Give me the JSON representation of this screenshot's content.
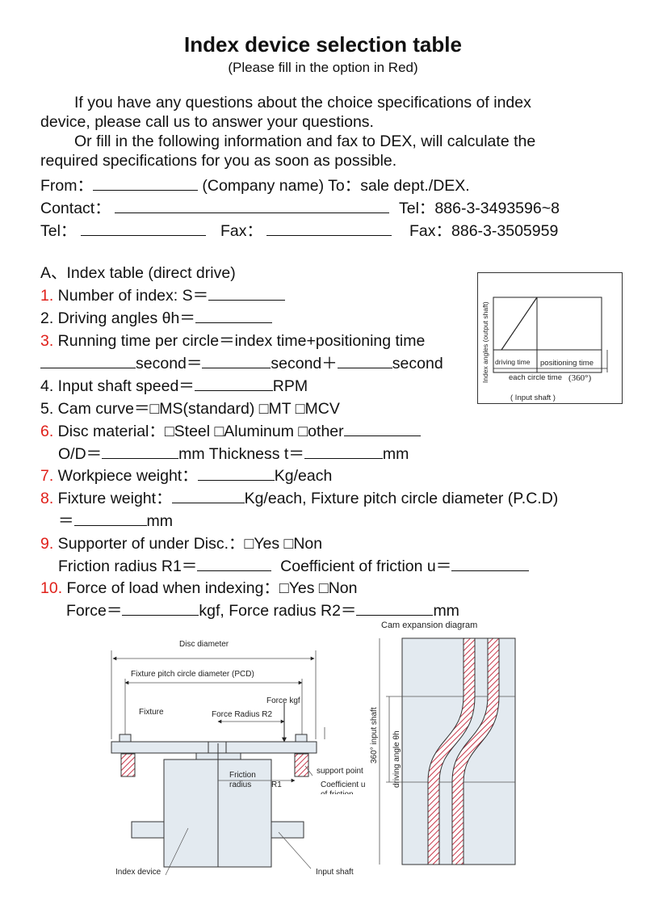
{
  "title": "Index device selection table",
  "subtitle": "(Please fill in the option in Red)",
  "intro": {
    "p1_line1": "If you have any questions about the choice specifications of index",
    "p1_line2": "device, please call us to answer your questions.",
    "p2_line1": "Or fill in the following information and fax to DEX, will calculate the",
    "p2_line2": "required specifications for you as soon as possible."
  },
  "contact": {
    "from_label": "From：",
    "company_label": "(Company name) To：sale dept./DEX.",
    "contact_label": "Contact：",
    "tel_dex": "Tel：886-3-3493596~8",
    "tel_label": "Tel：",
    "fax_label": "Fax：",
    "fax_dex": "Fax：886-3-3505959"
  },
  "section_a": "A、Index table (direct drive)",
  "items": {
    "n1": "1.",
    "i1": " Number of index:   S＝",
    "i2": "2. Driving angles θh＝",
    "n3": "3.",
    "i3": " Running time per circle＝index time+positioning time",
    "i3b_second1": "second＝",
    "i3b_second2": "second＋",
    "i3b_second3": "second",
    "i4a": "4. Input shaft speed＝",
    "i4b": "RPM",
    "i5": "5. Cam curve＝□MS(standard) □MT □MCV",
    "n6": "6.",
    "i6": " Disc material：□Steel □Aluminum □other",
    "i6b_od": "O/D＝",
    "i6b_mm": "mm Thickness t＝",
    "i6b_mm2": "mm",
    "n7": "7.",
    "i7": " Workpiece weight：",
    "i7b": "Kg/each",
    "n8": "8.",
    "i8": " Fixture weight：",
    "i8b": "Kg/each, Fixture pitch circle diameter (P.C.D)",
    "i8c": "＝",
    "i8d": "mm",
    "n9": "9.",
    "i9": " Supporter of under Disc.：□Yes □Non",
    "i9b": "Friction radius R1＝",
    "i9c": "Coefficient of friction u＝",
    "n10": "10.",
    "i10": " Force of load when indexing：□Yes □Non",
    "i10b": "Force＝",
    "i10c": "kgf, Force radius R2＝",
    "i10d": "mm"
  },
  "timing_diagram": {
    "y_label": "Index angles (output shaft)",
    "driving_time": "driving time",
    "positioning_time": "positioning time",
    "each_circle": "each circle time",
    "each_circle_value": "(360°)",
    "input_shaft": "( Input shaft )"
  },
  "table_diagram": {
    "disc_diameter": "Disc diameter",
    "pcd": "Fixture pitch circle diameter (PCD)",
    "force": "Force kgf",
    "fixture": "Fixture",
    "force_radius": "Force Radius R2",
    "friction": "Friction",
    "radius": "radius",
    "r1": "R1",
    "support_point": "support point",
    "coefficient": "Coefficient u",
    "of_friction": "of friction",
    "index_device": "Index device",
    "input_shaft": "Input shaft"
  },
  "cam_diagram": {
    "title": "Cam expansion diagram",
    "input_shaft": "360°  input shaft",
    "driving_angle": "driving angle  θh"
  }
}
